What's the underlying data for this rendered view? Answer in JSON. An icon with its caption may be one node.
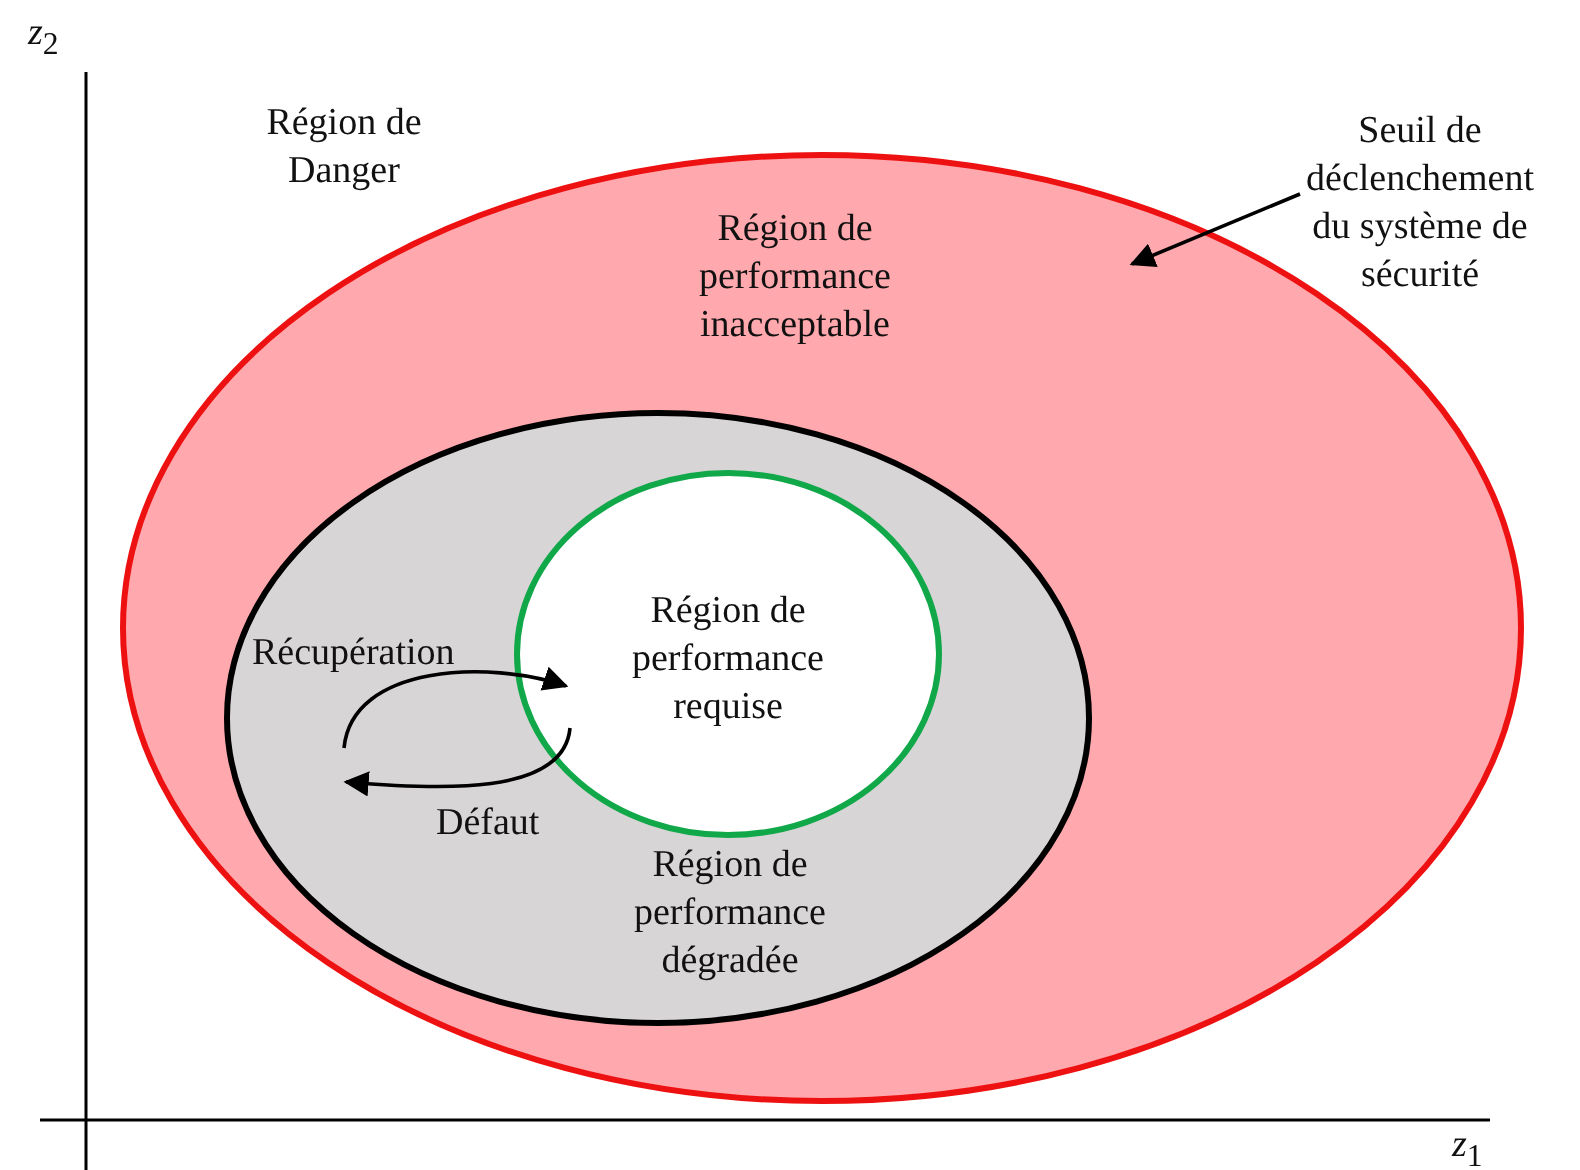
{
  "diagram": {
    "nodes": [
      {
        "text": [
          "Région de performance inacceptable"
        ]
      },
      {
        "text": [
          "Région de performance dégradée"
        ],
        "in": 0
      },
      {
        "text": [
          "Région de performance requise"
        ],
        "in": 1
      },
      {
        "text": [
          "Seuil de déclenchement du système de sécurité"
        ]
      }
    ],
    "edges": [
      {
        "from": 3,
        "to": 0,
        "arrow": "to"
      },
      {
        "from": 1,
        "to": 2,
        "arrow": "to",
        "label": "Récupération"
      },
      {
        "from": 2,
        "to": 1,
        "arrow": "to",
        "label": "Défaut"
      }
    ],
    "labels": [
      "*z*$_{2}$",
      "Région de Danger",
      "*z*$_{1}$"
    ]
  }
}
